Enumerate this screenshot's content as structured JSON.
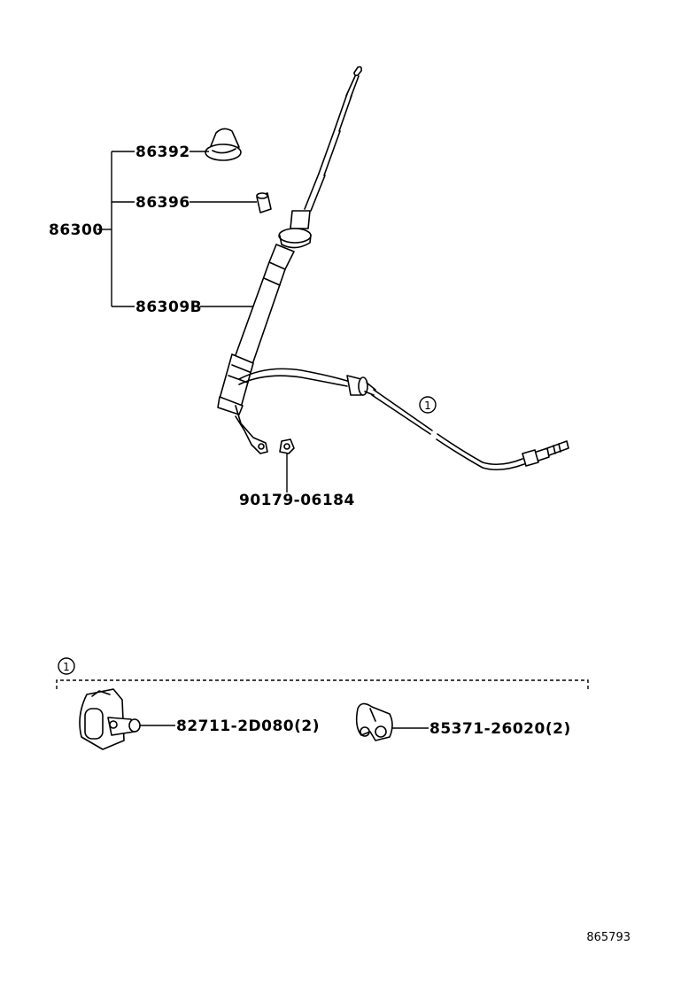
{
  "labels": {
    "p86392": "86392",
    "p86396": "86396",
    "p86300": "86300",
    "p86309B": "86309B",
    "p90179": "90179-06184",
    "p82711": "82711-2D080(2)",
    "p85371": "85371-26020(2)"
  },
  "ref_marker": "1",
  "footer_code": "865793"
}
